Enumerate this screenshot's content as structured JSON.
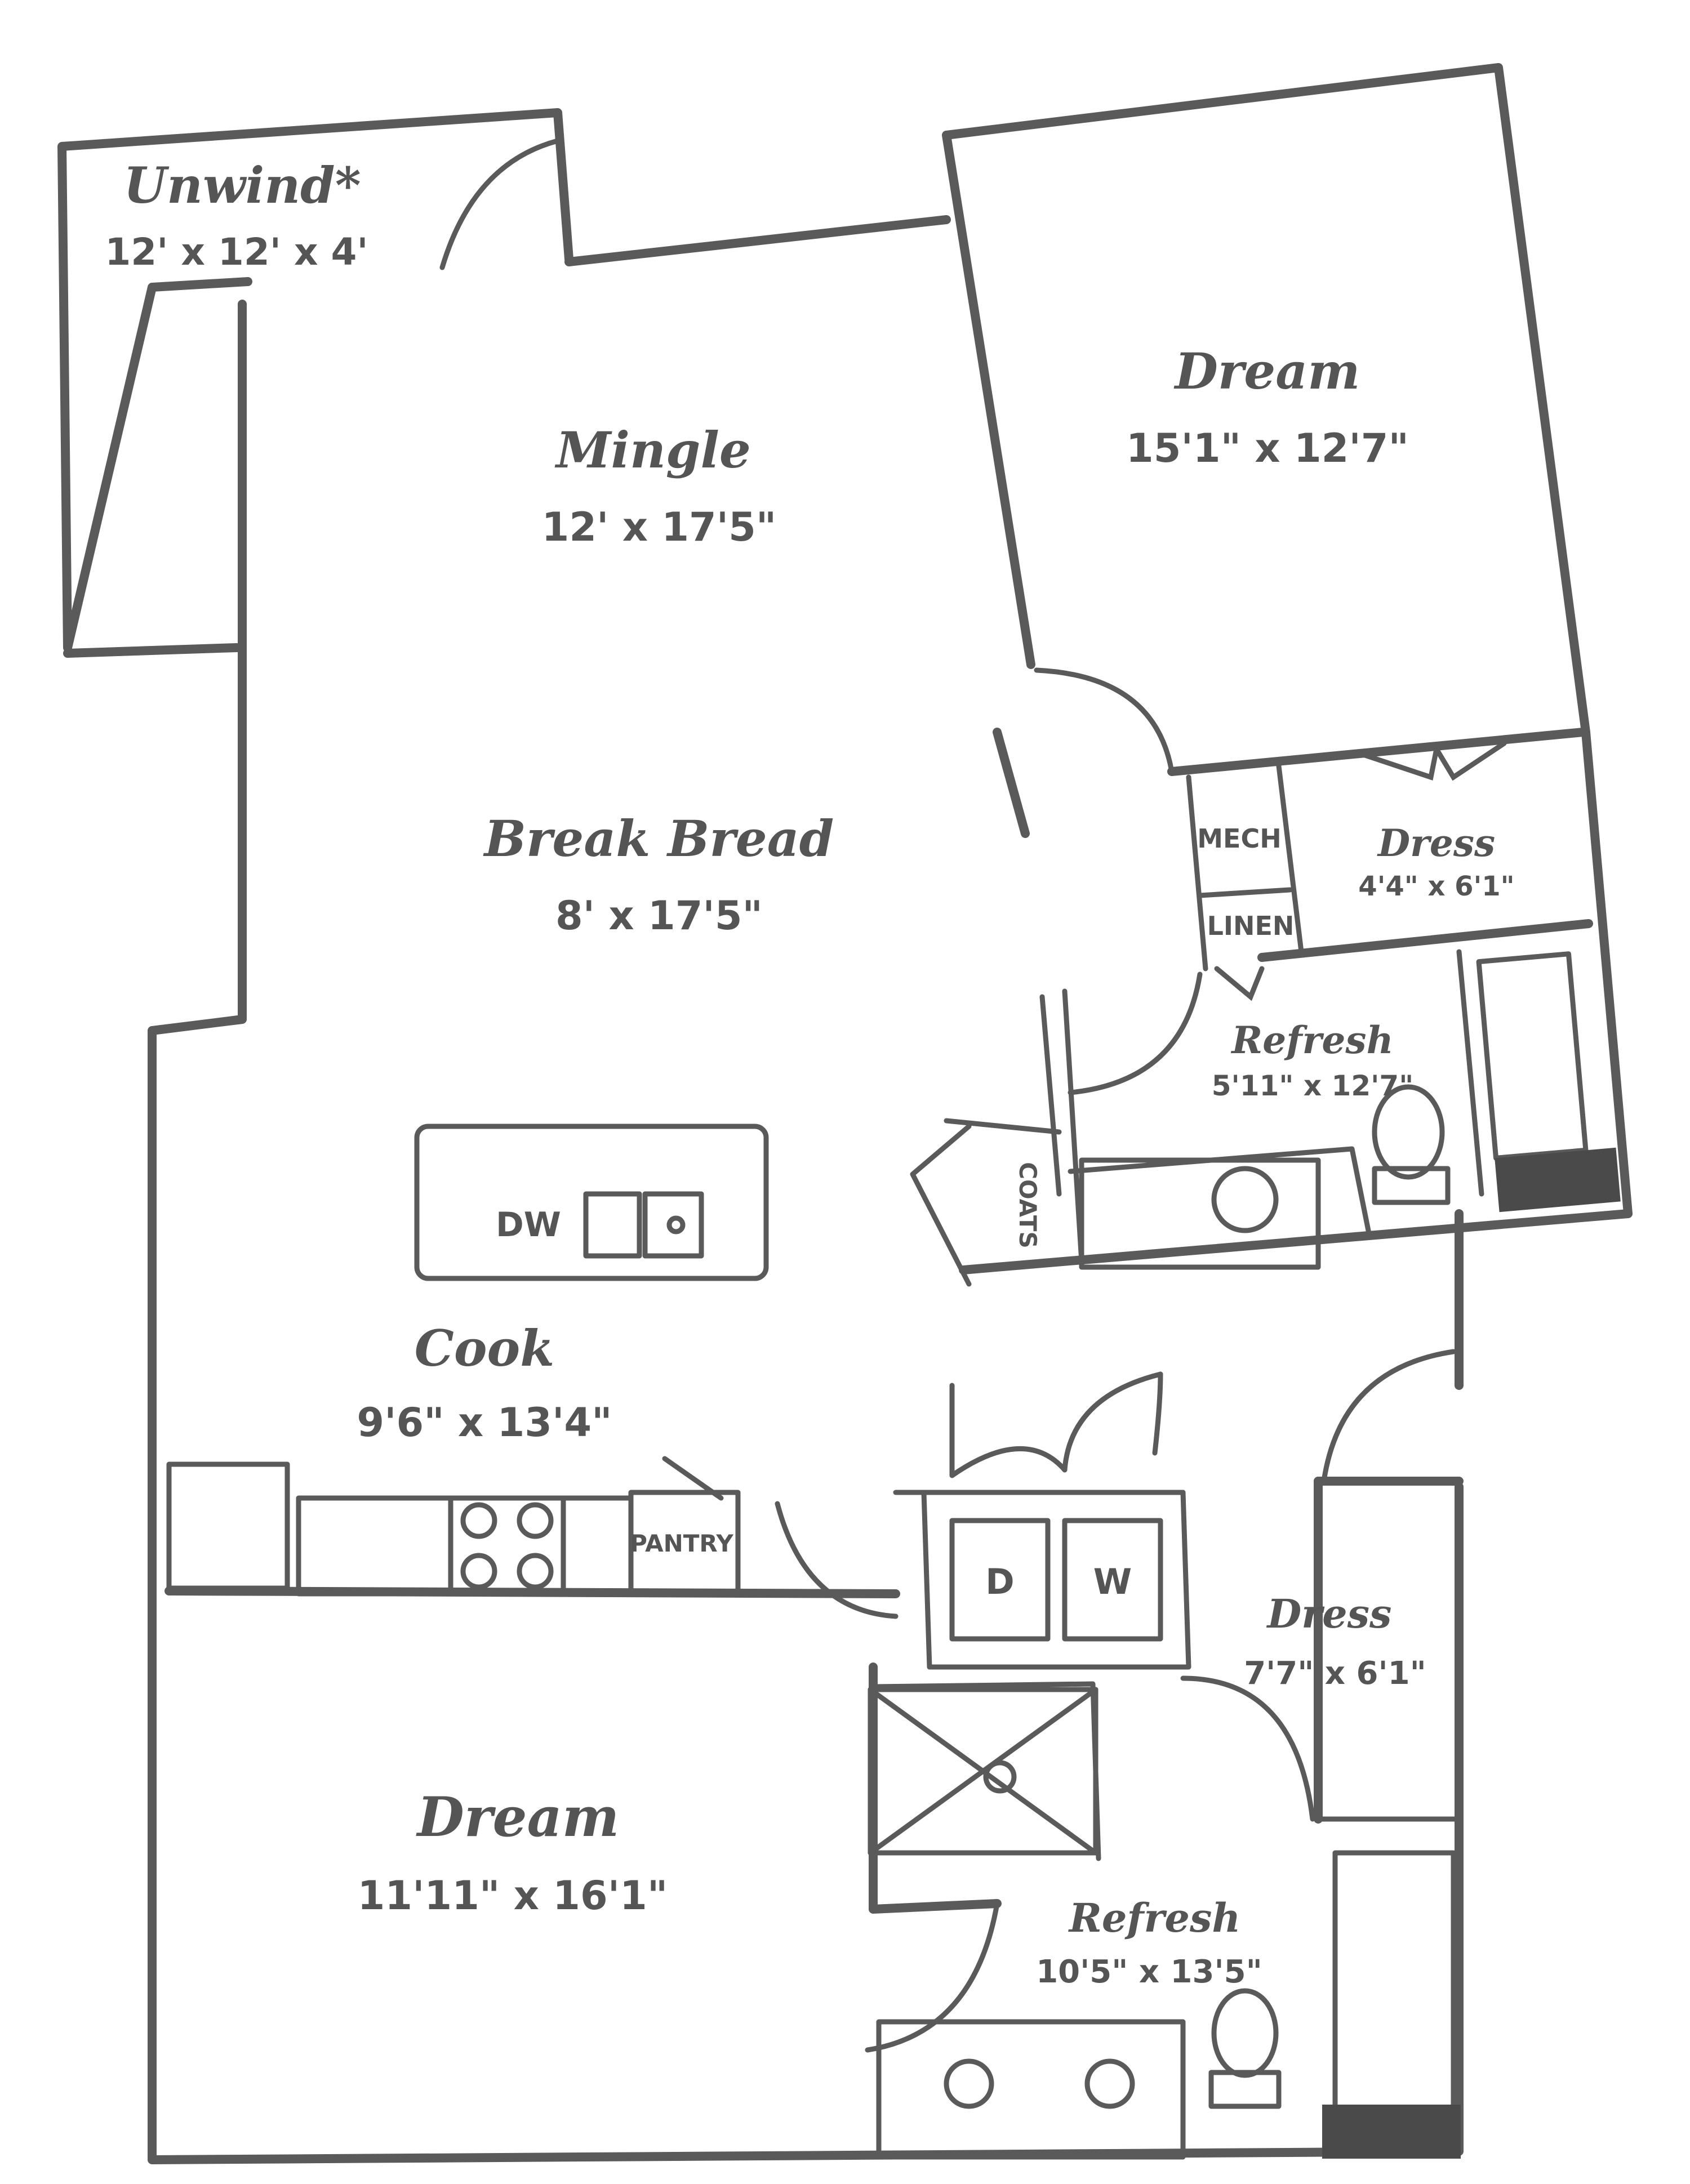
{
  "colors": {
    "ink": "#5a5a5a",
    "background": "#ffffff",
    "dark_fill": "#4a4a4a"
  },
  "rooms": {
    "unwind": {
      "name": "Unwind*",
      "dims": "12' x 12' x 4'"
    },
    "mingle": {
      "name": "Mingle",
      "dims": "12' x 17'5\""
    },
    "break_bread": {
      "name": "Break Bread",
      "dims": "8' x 17'5\""
    },
    "dream_master": {
      "name": "Dream",
      "dims": "15'1\" x 12'7\""
    },
    "dress_master": {
      "name": "Dress",
      "dims": "4'4\" x 6'1\""
    },
    "refresh_master": {
      "name": "Refresh",
      "dims": "5'11\" x 12'7\""
    },
    "cook": {
      "name": "Cook",
      "dims": "9'6\" x 13'4\""
    },
    "dress_second": {
      "name": "Dress",
      "dims": "7'7\" x 6'1\""
    },
    "dream_second": {
      "name": "Dream",
      "dims": "11'11\" x 16'1\""
    },
    "refresh_second": {
      "name": "Refresh",
      "dims": "10'5\" x 13'5\""
    }
  },
  "fixtures": {
    "mech": "MECH",
    "linen": "LINEN",
    "coats": "COATS",
    "dishwasher": "DW",
    "pantry": "PANTRY",
    "dryer": "D",
    "washer": "W"
  }
}
